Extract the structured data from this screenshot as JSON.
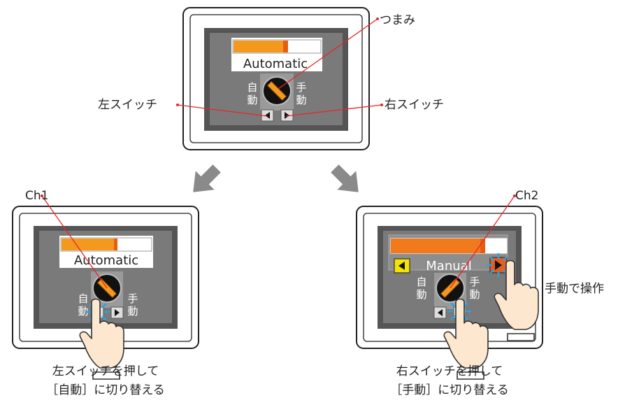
{
  "callouts": {
    "knob": "つまみ",
    "left_switch": "左スイッチ",
    "right_switch": "右スイッチ",
    "ch1": "Ch1",
    "ch2": "Ch2",
    "manual_operation": "手動で操作"
  },
  "panels": {
    "top": {
      "mode_text": "Automatic",
      "left_side_label": [
        "自",
        "動"
      ],
      "right_side_label": [
        "手",
        "動"
      ]
    },
    "bottom_left": {
      "mode_text": "Automatic",
      "left_side_label": [
        "自",
        "動"
      ],
      "right_side_label": [
        "手",
        "動"
      ]
    },
    "bottom_right": {
      "mode_text": "Manual",
      "left_side_label": [
        "自",
        "動"
      ],
      "right_side_label": [
        "手",
        "動"
      ]
    }
  },
  "captions": {
    "left_line1": "左スイッチを押して",
    "left_line2": "［自動］に切り替える",
    "right_line1": "右スイッチを押して",
    "right_line2": "［手動］に切り替える"
  },
  "bar_levels": {
    "top": 0.62,
    "bottom_left": 0.62,
    "bottom_right": 0.82
  },
  "colors": {
    "orange": "#f39a1e",
    "orange_dark": "#e85c12",
    "panel_gray": "#7a7a7a",
    "arrow_gray": "#8a8a8a",
    "callout_red": "#e8262a",
    "tap_blue": "#2aa3e0",
    "yellow_button": "#f5e400"
  }
}
